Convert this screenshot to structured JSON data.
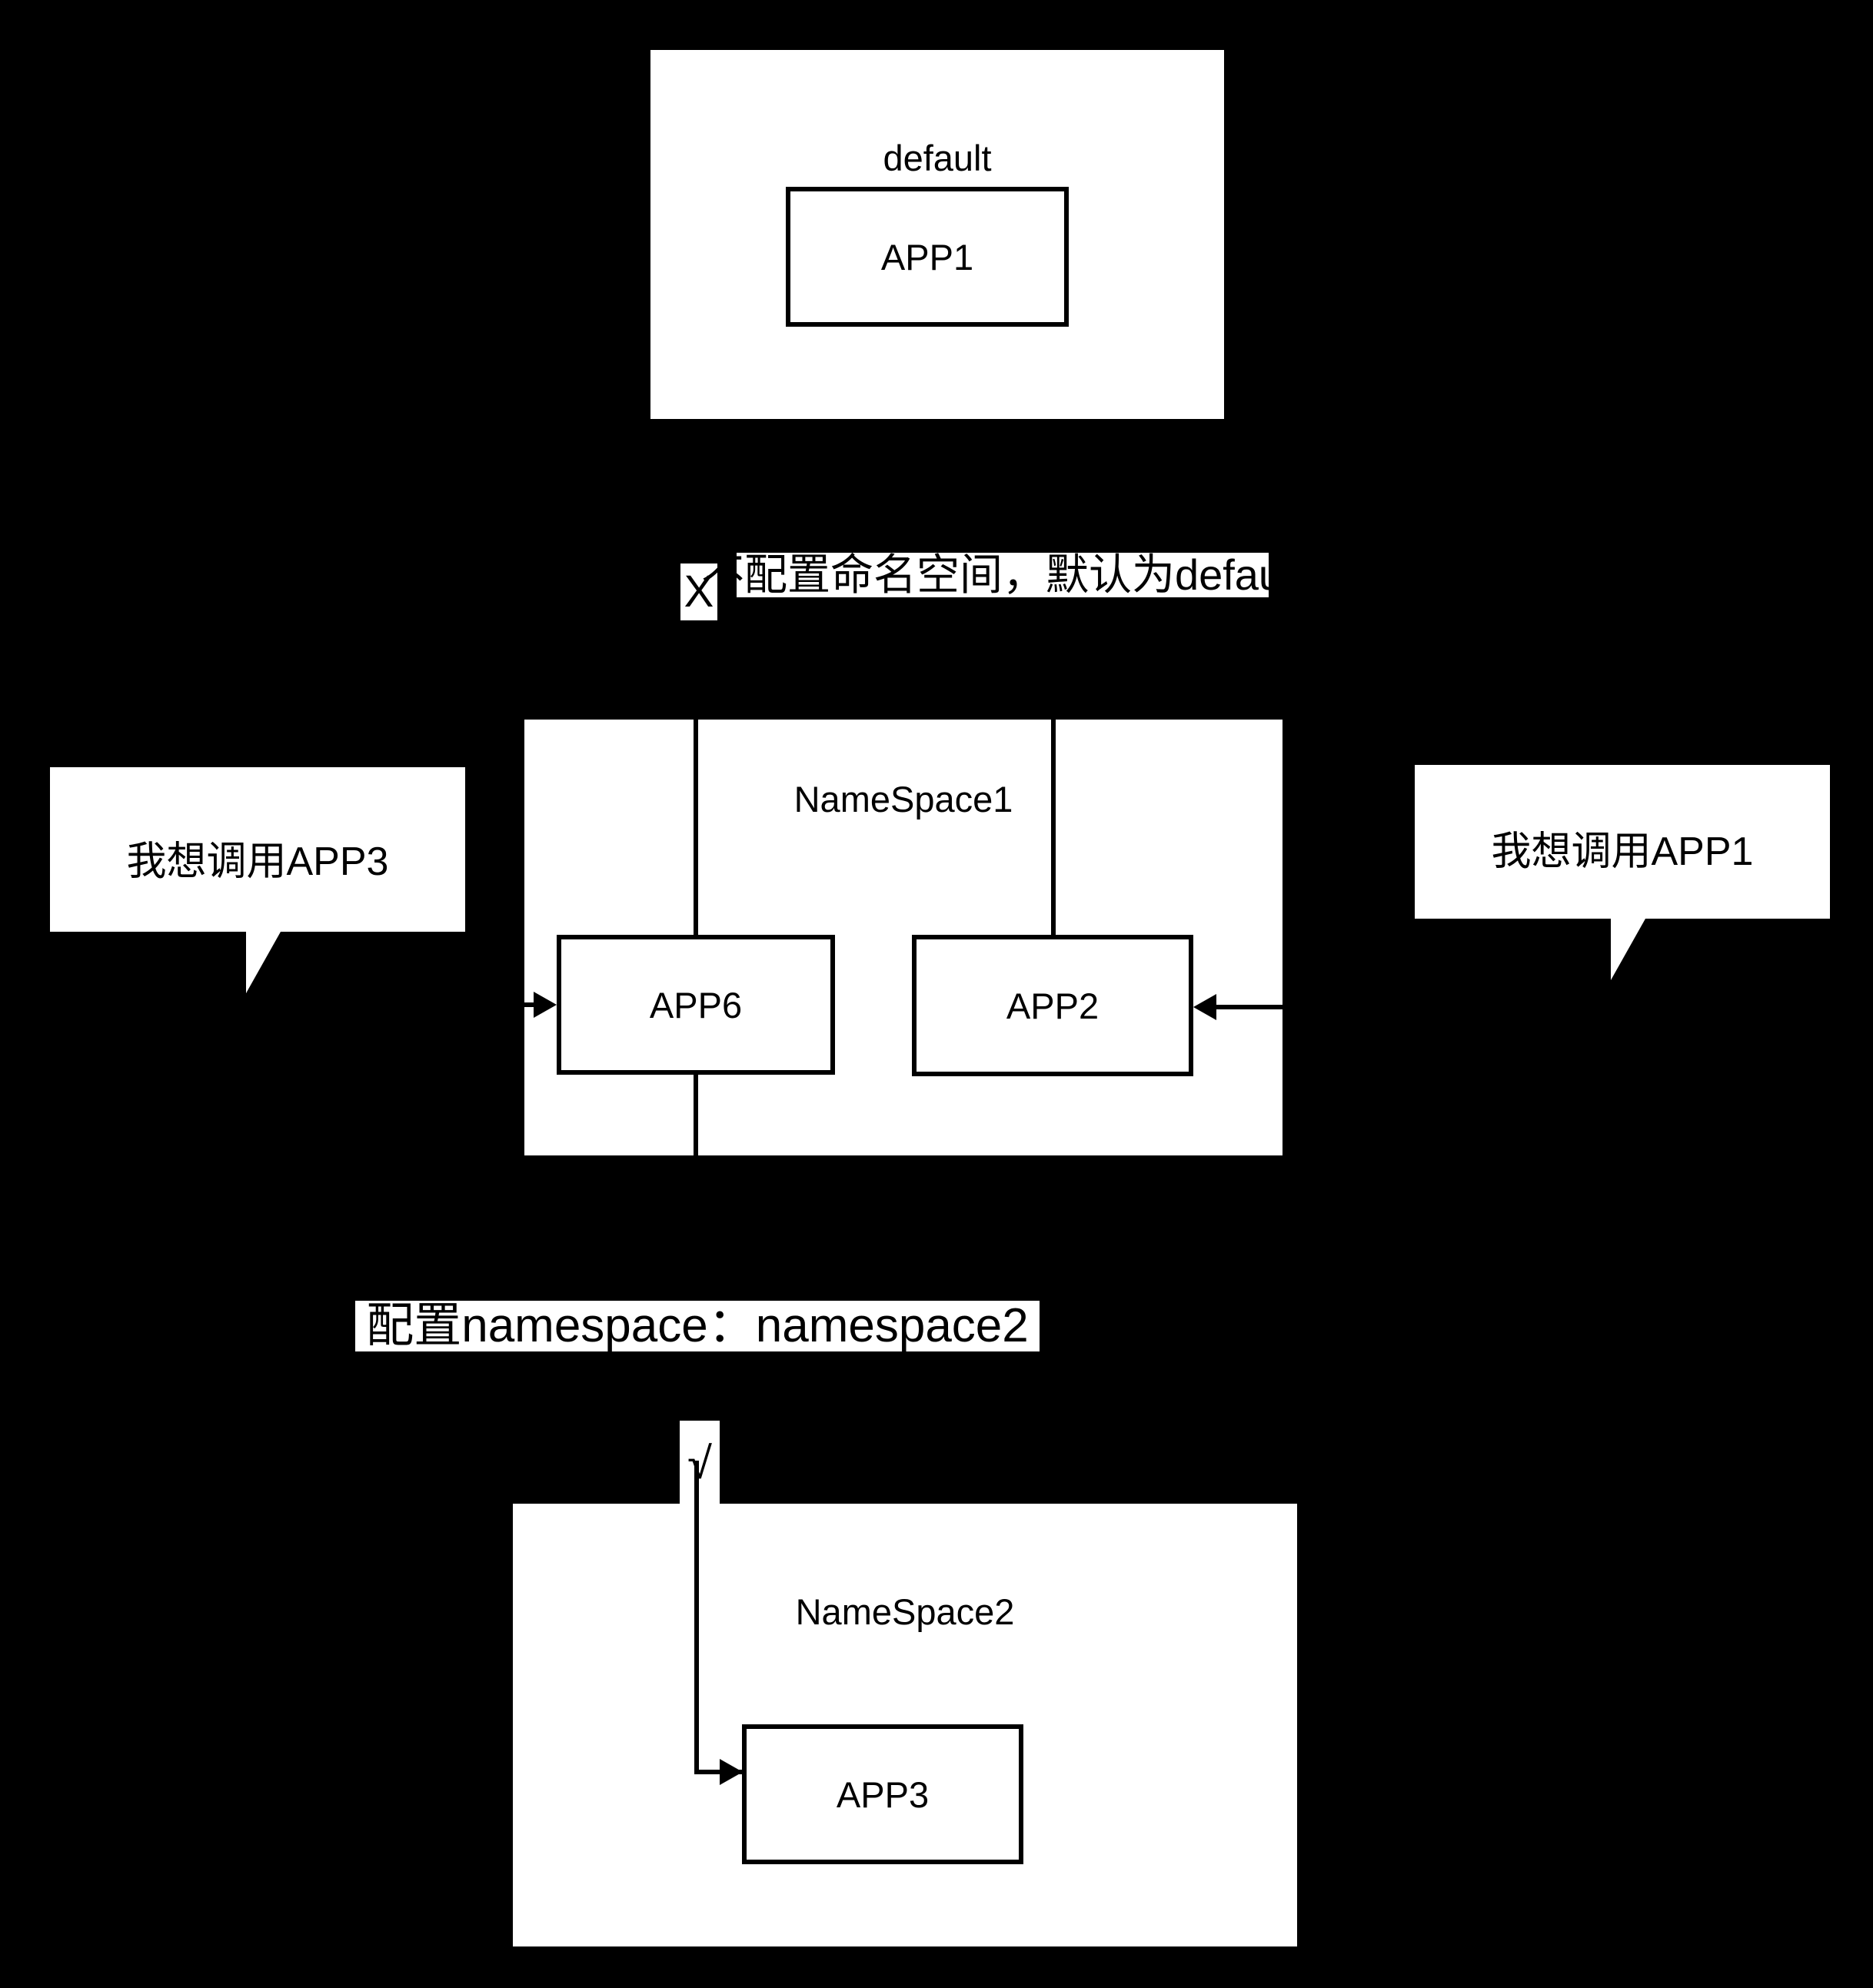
{
  "diagram": {
    "title_namespace_default": "default",
    "namespaces": [
      {
        "id": "default",
        "label": "default",
        "apps": [
          {
            "id": "app1",
            "label": "APP1"
          }
        ]
      },
      {
        "id": "namespace1",
        "label": "NameSpace1",
        "apps": [
          {
            "id": "app6",
            "label": "APP6"
          },
          {
            "id": "app2",
            "label": "APP2"
          }
        ]
      },
      {
        "id": "namespace2",
        "label": "NameSpace2",
        "apps": [
          {
            "id": "app3",
            "label": "APP3"
          }
        ]
      }
    ],
    "annotations": [
      {
        "id": "no-namespace",
        "mark": "X",
        "text": "不配置命名空间，默认为default"
      },
      {
        "id": "with-namespace",
        "mark": "√",
        "text": "配置namespace：namespace2"
      }
    ],
    "bubbles": [
      {
        "id": "call-app3",
        "text": "我想调用APP3"
      },
      {
        "id": "call-app1",
        "text": "我想调用APP1"
      }
    ],
    "colors": {
      "background": "#000000",
      "surface": "#ffffff",
      "stroke": "#000000"
    }
  }
}
